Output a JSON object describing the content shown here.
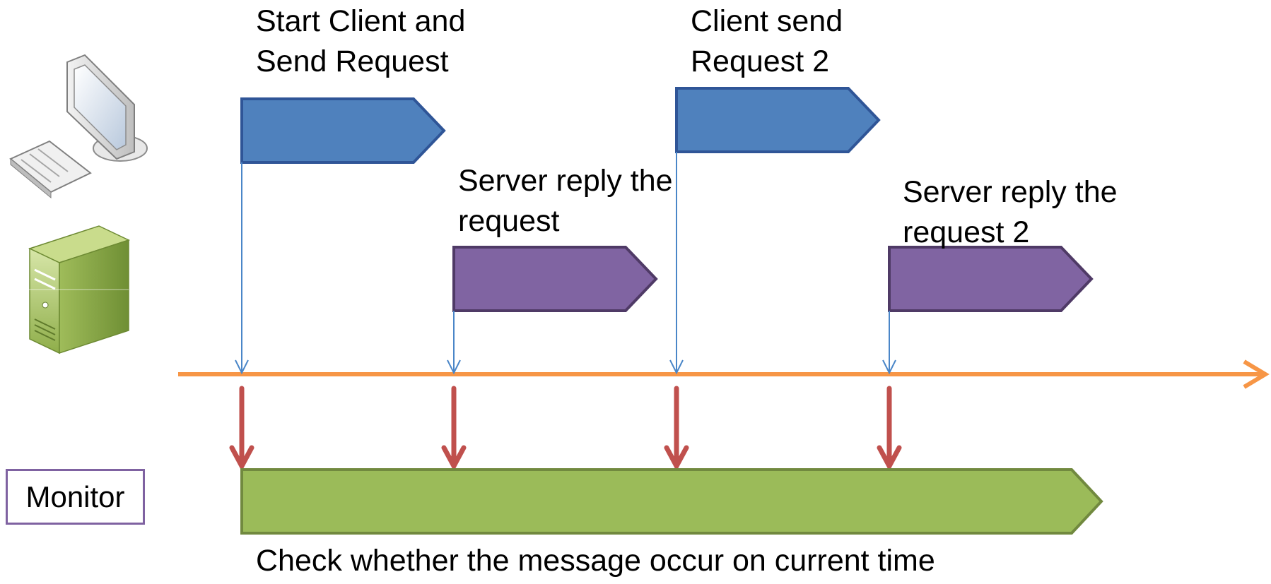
{
  "events": [
    {
      "id": "client-request-1",
      "lines": [
        "Start Client and",
        "Send Request"
      ],
      "actor": "client",
      "color": "#4f81bd"
    },
    {
      "id": "server-reply-1",
      "lines": [
        "Server reply the",
        "request"
      ],
      "actor": "server",
      "color": "#8064a2"
    },
    {
      "id": "client-request-2",
      "lines": [
        "Client send",
        "Request 2"
      ],
      "actor": "client",
      "color": "#4f81bd"
    },
    {
      "id": "server-reply-2",
      "lines": [
        "Server reply the",
        "request 2"
      ],
      "actor": "server",
      "color": "#8064a2"
    }
  ],
  "monitor": {
    "label": "Monitor",
    "description": "Check whether the message occur on current time",
    "color": "#9bbb59"
  },
  "colors": {
    "timeline": "#f79646",
    "check_arrows": "#c0504d",
    "connector": "#4a86c8",
    "monitor_border": "#7f62a1"
  },
  "icons": [
    "computer-icon",
    "server-icon"
  ]
}
